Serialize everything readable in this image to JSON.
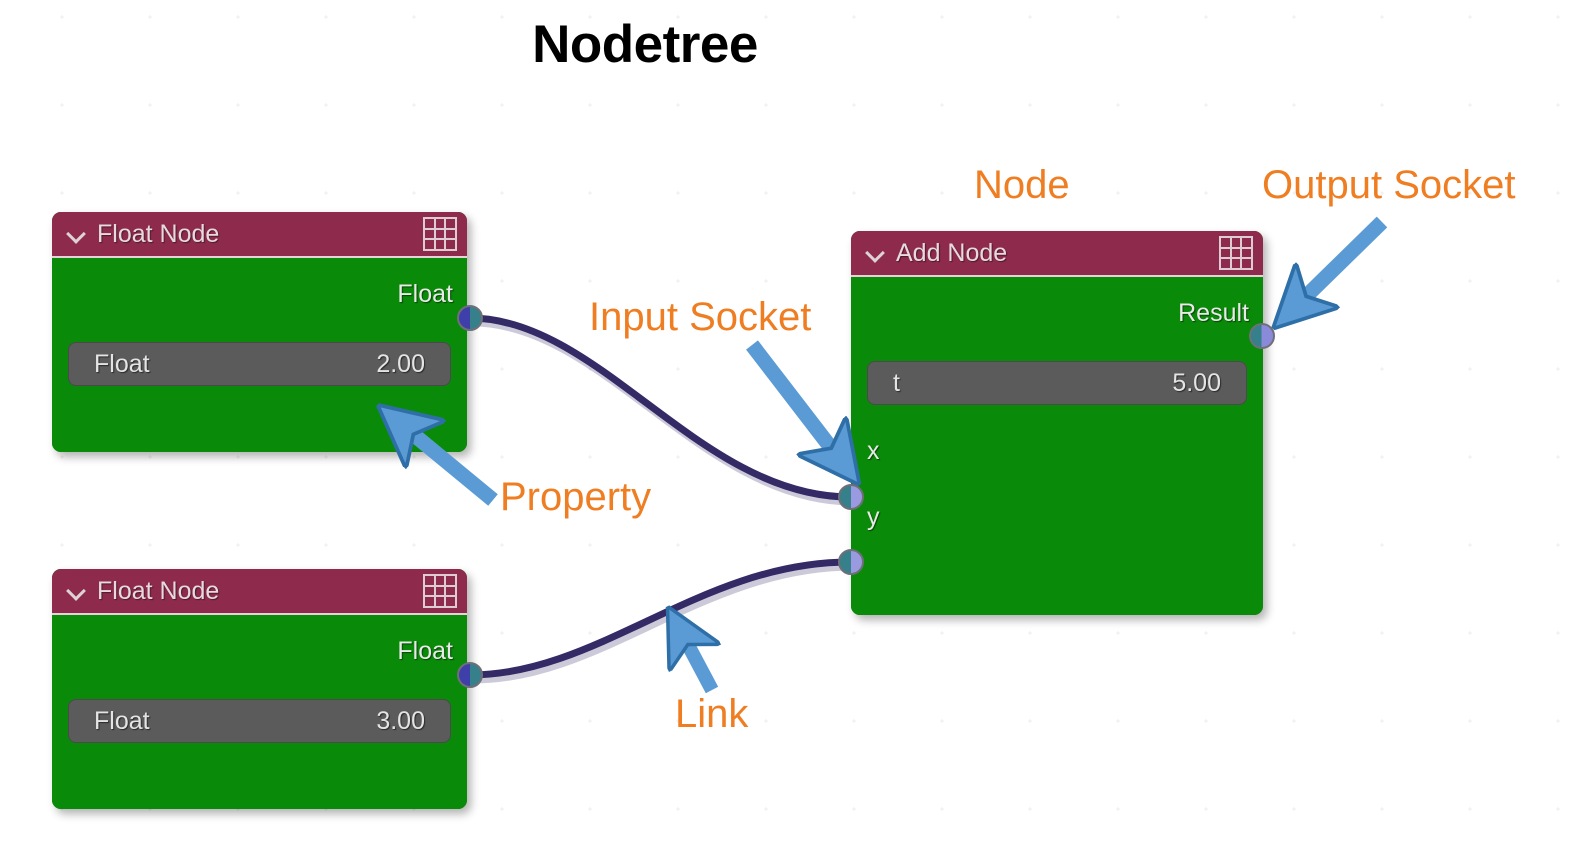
{
  "page": {
    "title": "Nodetree",
    "background": "#ffffff",
    "accent_annotation_color": "#ef7d22",
    "arrow_color": "#5b9bd5",
    "link_color": "#332a66",
    "node_header_color": "#8e2b4d",
    "node_body_color": "#0a8a09",
    "property_color": "#5b5b5b"
  },
  "nodes": [
    {
      "id": "float-node-1",
      "title": "Float Node",
      "header_icon": "grid-icon",
      "collapse_icon": "chevron-down-icon",
      "outputs": [
        {
          "label": "Float",
          "socket": "output-socket"
        }
      ],
      "properties": [
        {
          "name": "Float",
          "value": "2.00"
        }
      ],
      "inputs": []
    },
    {
      "id": "float-node-2",
      "title": "Float Node",
      "header_icon": "grid-icon",
      "collapse_icon": "chevron-down-icon",
      "outputs": [
        {
          "label": "Float",
          "socket": "output-socket"
        }
      ],
      "properties": [
        {
          "name": "Float",
          "value": "3.00"
        }
      ],
      "inputs": []
    },
    {
      "id": "add-node",
      "title": "Add Node",
      "header_icon": "grid-icon",
      "collapse_icon": "chevron-down-icon",
      "outputs": [
        {
          "label": "Result",
          "socket": "output-socket"
        }
      ],
      "properties": [
        {
          "name": "t",
          "value": "5.00"
        }
      ],
      "inputs": [
        {
          "label": "x",
          "socket": "input-socket"
        },
        {
          "label": "y",
          "socket": "input-socket"
        }
      ]
    }
  ],
  "annotations": [
    {
      "id": "node",
      "label": "Node"
    },
    {
      "id": "output-socket",
      "label": "Output Socket"
    },
    {
      "id": "input-socket",
      "label": "Input Socket"
    },
    {
      "id": "property",
      "label": "Property"
    },
    {
      "id": "link",
      "label": "Link"
    }
  ]
}
